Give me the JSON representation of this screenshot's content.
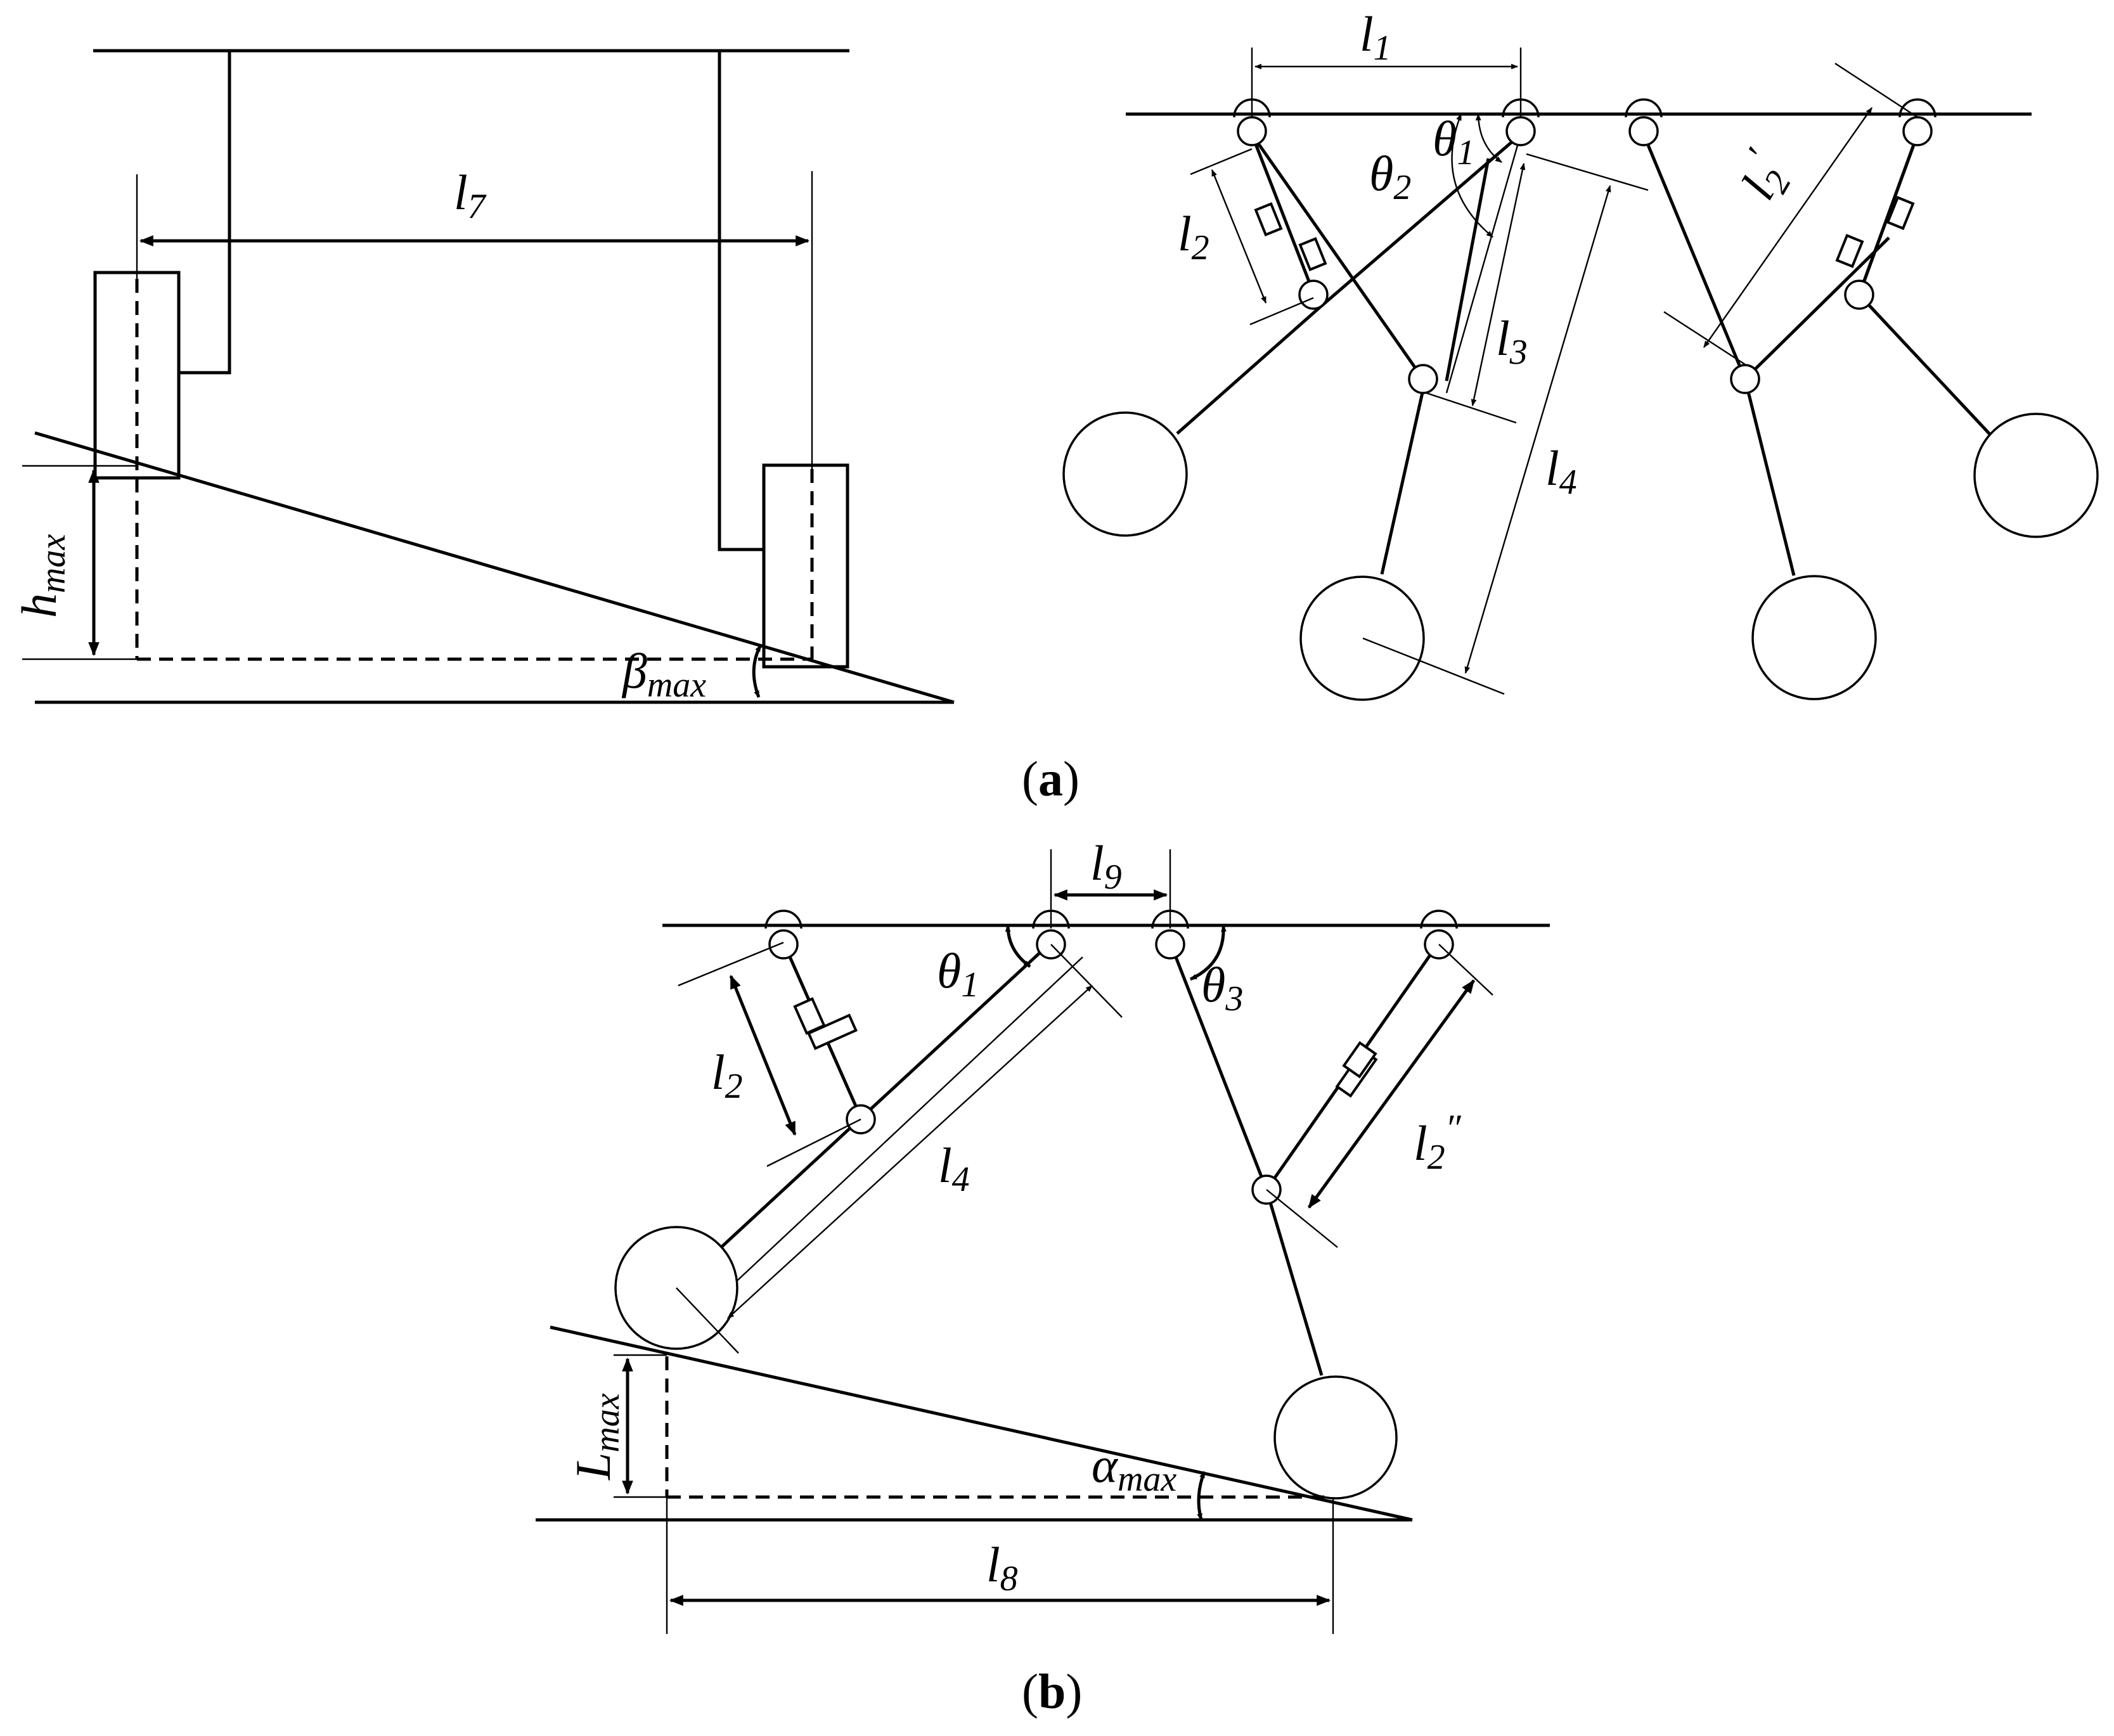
{
  "panels": {
    "a": {
      "caption_open": "(",
      "caption_letter": "a",
      "caption_close": ")",
      "labels": {
        "l7": {
          "base": "l",
          "sub": "7"
        },
        "hmax": {
          "base": "h",
          "sub": "max"
        },
        "beta_max": {
          "base": "β",
          "sub": "max"
        },
        "l1": {
          "base": "l",
          "sub": "1"
        },
        "theta1": {
          "base": "θ",
          "sub": "1"
        },
        "theta2": {
          "base": "θ",
          "sub": "2"
        },
        "l2": {
          "base": "l",
          "sub": "2"
        },
        "l3": {
          "base": "l",
          "sub": "3"
        },
        "l4": {
          "base": "l",
          "sub": "4"
        },
        "l2_prime": {
          "base": "l",
          "sub": "2",
          "sup": "′"
        }
      }
    },
    "b": {
      "caption_open": "(",
      "caption_letter": "b",
      "caption_close": ")",
      "labels": {
        "l9": {
          "base": "l",
          "sub": "9"
        },
        "theta1": {
          "base": "θ",
          "sub": "1"
        },
        "theta3": {
          "base": "θ",
          "sub": "3"
        },
        "l2": {
          "base": "l",
          "sub": "2"
        },
        "l4": {
          "base": "l",
          "sub": "4"
        },
        "l2_dprime": {
          "base": "l",
          "sub": "2",
          "sup": "″"
        },
        "Lmax": {
          "base": "L",
          "sub": "max"
        },
        "alpha_max": {
          "base": "α",
          "sub": "max"
        },
        "l8": {
          "base": "l",
          "sub": "8"
        }
      }
    }
  }
}
